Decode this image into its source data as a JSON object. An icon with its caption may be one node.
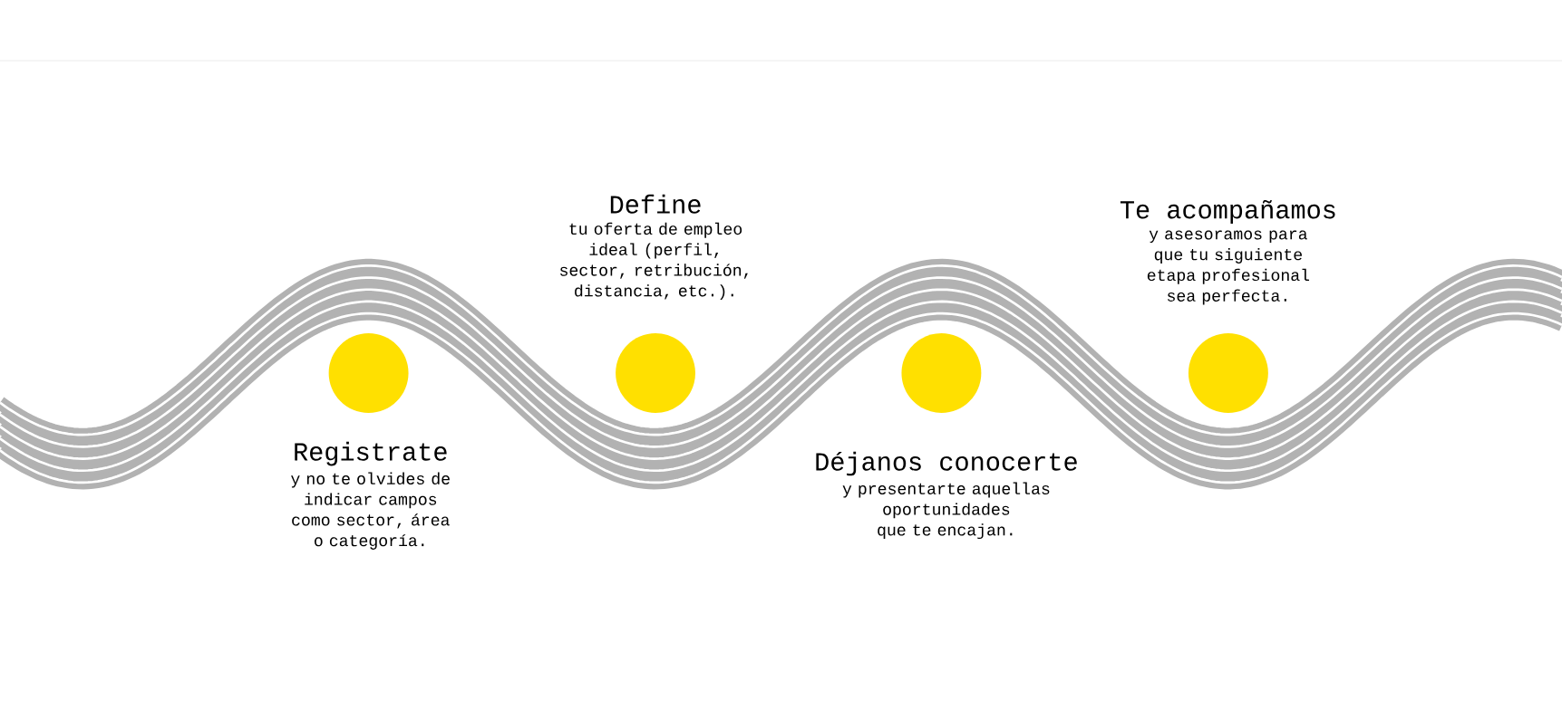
{
  "diagram": {
    "nodes": [
      {
        "text": [],
        "shape": "circle",
        "beside": [
          "Registrate",
          "y no te olvides de indicar campos como sector, área o categoría."
        ]
      },
      {
        "text": [],
        "shape": "circle",
        "beside": [
          "Define",
          "tu oferta de empleo ideal (perfil, sector, retribución, distancia, etc.)."
        ]
      },
      {
        "text": [],
        "shape": "circle",
        "beside": [
          "Déjanos conocerte",
          "y presentarte aquellas oportunidades que te encajan."
        ]
      },
      {
        "text": [],
        "shape": "circle",
        "beside": [
          "Te acompañamos",
          "y asesoramos para que tu siguiente etapa profesional sea perfecta."
        ]
      }
    ]
  }
}
